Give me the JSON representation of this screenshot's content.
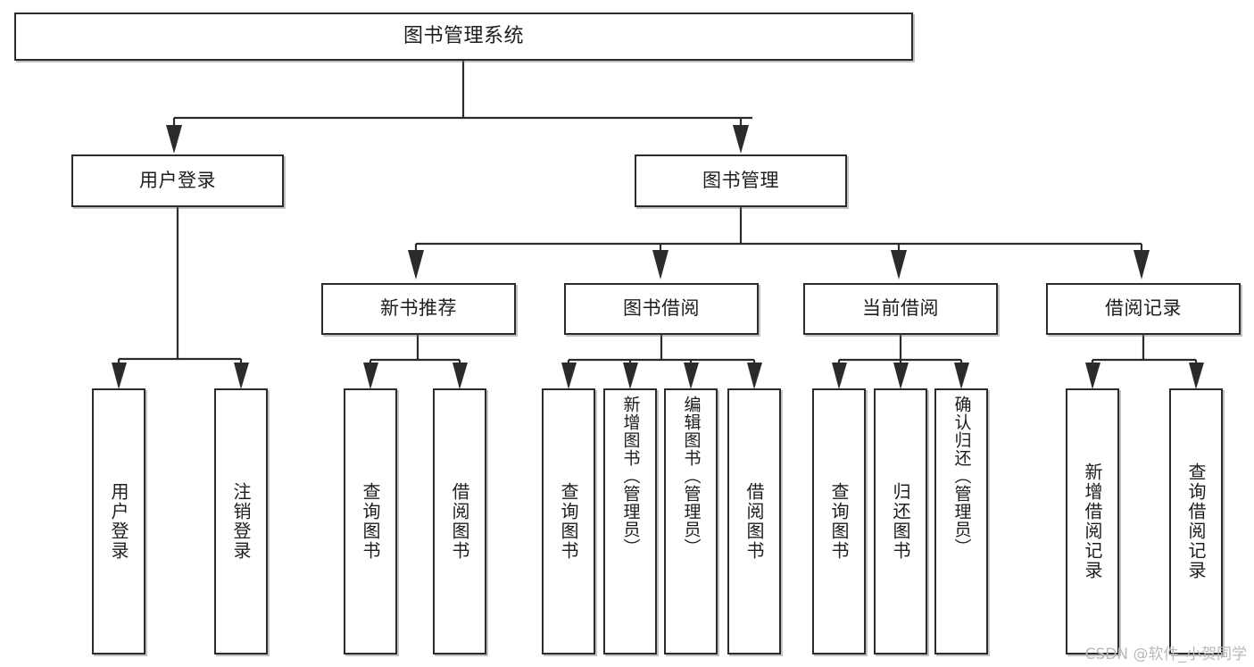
{
  "diagram": {
    "type": "tree-hierarchy",
    "title": "图书管理系统",
    "watermark": "CSDN @软件_小贺同学",
    "levels": [
      {
        "level": 1,
        "nodes": [
          {
            "id": "root",
            "label": "图书管理系统",
            "orientation": "horizontal"
          }
        ]
      },
      {
        "level": 2,
        "nodes": [
          {
            "id": "user-login",
            "label": "用户登录",
            "orientation": "horizontal"
          },
          {
            "id": "book-manage",
            "label": "图书管理",
            "orientation": "horizontal"
          }
        ]
      },
      {
        "level": 3,
        "nodes": [
          {
            "id": "new-book-rec",
            "label": "新书推荐",
            "orientation": "horizontal"
          },
          {
            "id": "book-borrow",
            "label": "图书借阅",
            "orientation": "horizontal"
          },
          {
            "id": "current-borrow",
            "label": "当前借阅",
            "orientation": "horizontal"
          },
          {
            "id": "borrow-record",
            "label": "借阅记录",
            "orientation": "horizontal"
          }
        ]
      },
      {
        "level": 4,
        "nodes": [
          {
            "id": "leaf-user-login",
            "label": "用户登录",
            "parent": "user-login",
            "orientation": "vertical"
          },
          {
            "id": "leaf-logout",
            "label": "注销登录",
            "parent": "user-login",
            "orientation": "vertical"
          },
          {
            "id": "leaf-query-book-1",
            "label": "查询图书",
            "parent": "new-book-rec",
            "orientation": "vertical"
          },
          {
            "id": "leaf-borrow-book-1",
            "label": "借阅图书",
            "parent": "new-book-rec",
            "orientation": "vertical"
          },
          {
            "id": "leaf-query-book-2",
            "label": "查询图书",
            "parent": "book-borrow",
            "orientation": "vertical"
          },
          {
            "id": "leaf-add-book",
            "label": "新增图书（管理员）",
            "parent": "book-borrow",
            "orientation": "vertical"
          },
          {
            "id": "leaf-edit-book",
            "label": "编辑图书（管理员）",
            "parent": "book-borrow",
            "orientation": "vertical"
          },
          {
            "id": "leaf-borrow-book-2",
            "label": "借阅图书",
            "parent": "book-borrow",
            "orientation": "vertical"
          },
          {
            "id": "leaf-query-book-3",
            "label": "查询图书",
            "parent": "current-borrow",
            "orientation": "vertical"
          },
          {
            "id": "leaf-return-book",
            "label": "归还图书",
            "parent": "current-borrow",
            "orientation": "vertical"
          },
          {
            "id": "leaf-confirm-return",
            "label": "确认归还（管理员）",
            "parent": "current-borrow",
            "orientation": "vertical"
          },
          {
            "id": "leaf-add-record",
            "label": "新增借阅记录",
            "parent": "borrow-record",
            "orientation": "vertical"
          },
          {
            "id": "leaf-query-record",
            "label": "查询借阅记录",
            "parent": "borrow-record",
            "orientation": "vertical"
          }
        ]
      }
    ],
    "colors": {
      "box_border": "#2b2b2b",
      "box_fill": "#ffffff",
      "connector": "#2b2b2b",
      "text": "#1d1d1d",
      "watermark": "#b9b9b9"
    }
  }
}
